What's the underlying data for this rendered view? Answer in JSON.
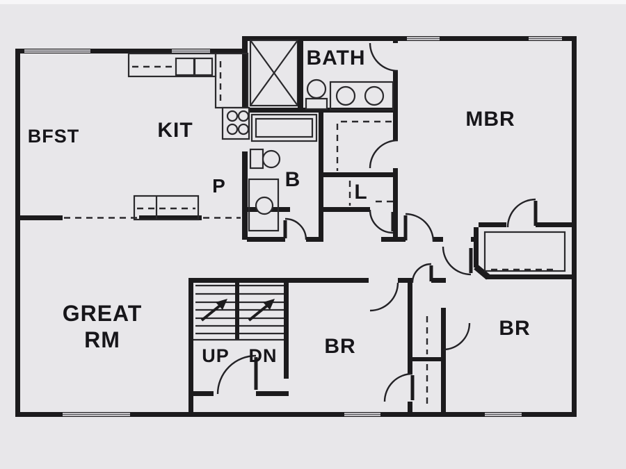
{
  "document": {
    "type": "floor-plan",
    "colors": {
      "paper": "#e8e7ea",
      "wall": "#1c1b1d",
      "line": "#2a292c",
      "text": "#17161a"
    }
  },
  "rooms": {
    "breakfast": {
      "label": "BFST"
    },
    "kitchen": {
      "label": "KIT"
    },
    "bath": {
      "label": "BATH"
    },
    "master_bedroom": {
      "label": "MBR"
    },
    "pantry": {
      "label": "P"
    },
    "bath2": {
      "label": "B"
    },
    "linen_closet": {
      "label": "L"
    },
    "great_room": {
      "label_line1": "GREAT",
      "label_line2": "RM"
    },
    "bedroom_center": {
      "label": "BR"
    },
    "bedroom_right": {
      "label": "BR"
    },
    "stairs": {
      "up_label": "UP",
      "down_label": "DN"
    }
  }
}
